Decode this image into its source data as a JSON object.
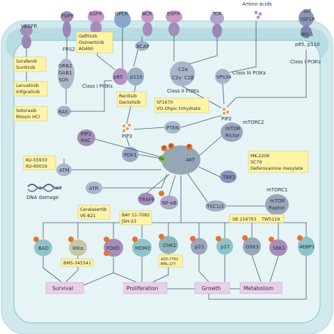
{
  "membrane_receptors": [
    "VEGFR",
    "FGFR",
    "EGFR",
    "GPCR",
    "BCR",
    "EGFR",
    "TCR",
    "IGF",
    "IGF1R"
  ],
  "extracellular": {
    "amino_acids": "Amino acids"
  },
  "adaptors": {
    "frs2": "FRS2",
    "grb2_gab1_sos": [
      "GRB2",
      "GAB1",
      "SOS"
    ],
    "ras": "RAS",
    "bcap": "BCAP",
    "irs1": "IRS-1",
    "p85_p110_right": "p85, p110"
  },
  "pi3k": {
    "p85": "p85",
    "p110": "p110",
    "class1_left": "Class I PI3Ks",
    "class1_right": "Class I PI3Ks",
    "c2a": "C2α",
    "c2g": "C2γ",
    "c2b": "C2β",
    "class2": "Class II PI3Ks",
    "vps34": "VPs34",
    "class3": "Class III PI3Ks"
  },
  "lipids": {
    "pip2": "PIP2",
    "pip3": "PIP3",
    "pip3_rac": [
      "PIP3",
      "RAC"
    ]
  },
  "core": {
    "pten": "PTEN",
    "pdk1": "PDK1",
    "akt": "AKT",
    "ub": "Ub",
    "p": "P",
    "mtorc2": "mTORC2",
    "mtor_rictor": [
      "mTOR",
      "Rictor"
    ],
    "mtorc1": "mTORC1",
    "mtor_raptor": [
      "mTOR",
      "Raptor"
    ],
    "tbk1": "TBK1",
    "tsc12": "TSC1/2",
    "atm": "ATM",
    "atr": "ATR",
    "traf6": "TRAF6",
    "nfkb": "NF-κB",
    "dna_damage": "DNA damage"
  },
  "effectors": [
    "BAD",
    "IKKα",
    "FOXO",
    "MDM2",
    "CHK1",
    "p21",
    "p27",
    "GSK3",
    "S6K1",
    "4EBP1"
  ],
  "outcomes": [
    "Survival",
    "Proliferation",
    "Growth",
    "Metabolism"
  ],
  "drug_boxes": {
    "vegfr": [
      "Sorafenib",
      "Sunitinib"
    ],
    "egfr": [
      "Gefitinib",
      "Osimertinib",
      "AG490"
    ],
    "fgfr": [
      "Lenvatinib",
      "Infigratinib"
    ],
    "ras": [
      "Sotorasib",
      "Rhosin HCl"
    ],
    "pi3k_class1": [
      "Recilisib",
      "Dactolisib"
    ],
    "pten": [
      "SF1670",
      "VO-Ohpic trihydrate"
    ],
    "atm": [
      "KU-55933",
      "KU-60019"
    ],
    "akt": [
      "MK-2206",
      "SC79",
      "Deferoxamine mesylate"
    ],
    "atr": [
      "Ceralasertib",
      "VE-821"
    ],
    "nfkb": [
      "BAY 11-7082",
      "JSH-23"
    ],
    "gsk3": [
      "SB 216763",
      "TWS119"
    ],
    "ikka": [
      "BMS-345541"
    ],
    "chk1": [
      "AZD-7762",
      "BML-277"
    ]
  },
  "colors": {
    "cell_outer": "#cfe9ec",
    "cell_inner": "#e6f4f6",
    "membrane": "#7bbcc6",
    "drug_box": "#fff3a6",
    "outcome_box": "#ead0ea",
    "phospho": "#e8722c",
    "ub": "#7cc242",
    "protein_purple": "#a58db8",
    "protein_teal": "#8ec4c8",
    "protein_blue": "#8aa6c8"
  }
}
